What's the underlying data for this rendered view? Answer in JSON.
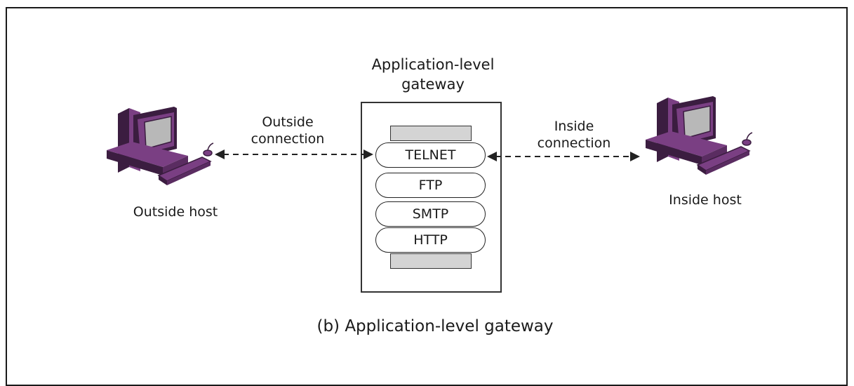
{
  "diagram": {
    "gateway_title": "Application-level\ngateway",
    "outside_connection": "Outside\nconnection",
    "inside_connection": "Inside\nconnection",
    "outside_host": "Outside host",
    "inside_host": "Inside host",
    "protocols": [
      "TELNET",
      "FTP",
      "SMTP",
      "HTTP"
    ],
    "caption": "(b) Application-level gateway"
  },
  "colors": {
    "computer_purple": "#7a3f83",
    "computer_dark": "#3b1d40",
    "screen_gray": "#b8b8b8",
    "bar_gray": "#d4d4d4"
  }
}
